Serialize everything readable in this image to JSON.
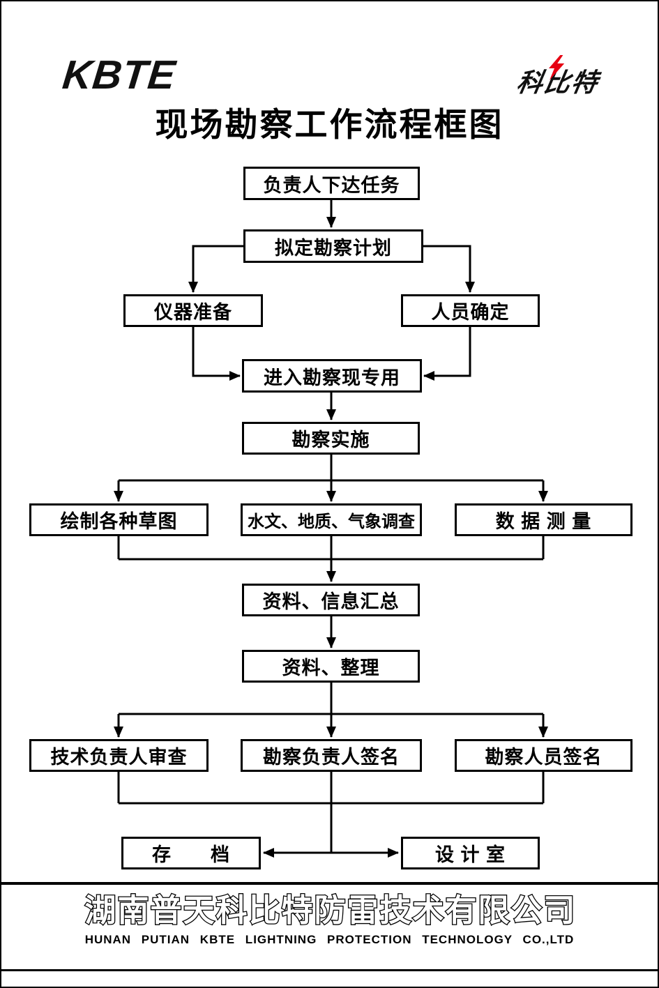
{
  "header": {
    "brand_left": "KBTE",
    "brand_right": "科比特",
    "title": "现场勘察工作流程框图"
  },
  "colors": {
    "line": "#000000",
    "accent_red": "#e60012",
    "background": "#ffffff"
  },
  "flowchart": {
    "nodes": {
      "n1": {
        "label": "负责人下达任务"
      },
      "n2": {
        "label": "拟定勘察计划"
      },
      "n3": {
        "label": "仪器准备"
      },
      "n4": {
        "label": "人员确定"
      },
      "n5": {
        "label": "进入勘察现专用"
      },
      "n6": {
        "label": "勘察实施"
      },
      "n7": {
        "label": "绘制各种草图"
      },
      "n8": {
        "label": "水文、地质、气象调查"
      },
      "n9": {
        "label": "数 据 测 量"
      },
      "n10": {
        "label": "资料、信息汇总"
      },
      "n11": {
        "label": "资料、整理"
      },
      "n12": {
        "label": "技术负责人审查"
      },
      "n13": {
        "label": "勘察负责人签名"
      },
      "n14": {
        "label": "勘察人员签名"
      },
      "n15": {
        "label": "存　　档"
      },
      "n16": {
        "label": "设 计 室"
      }
    }
  },
  "footer": {
    "company_cn": "湖南普天科比特防雷技术有限公司",
    "company_en": "HUNAN PUTIAN KBTE LIGHTNING PROTECTION TECHNOLOGY CO.,LTD"
  }
}
